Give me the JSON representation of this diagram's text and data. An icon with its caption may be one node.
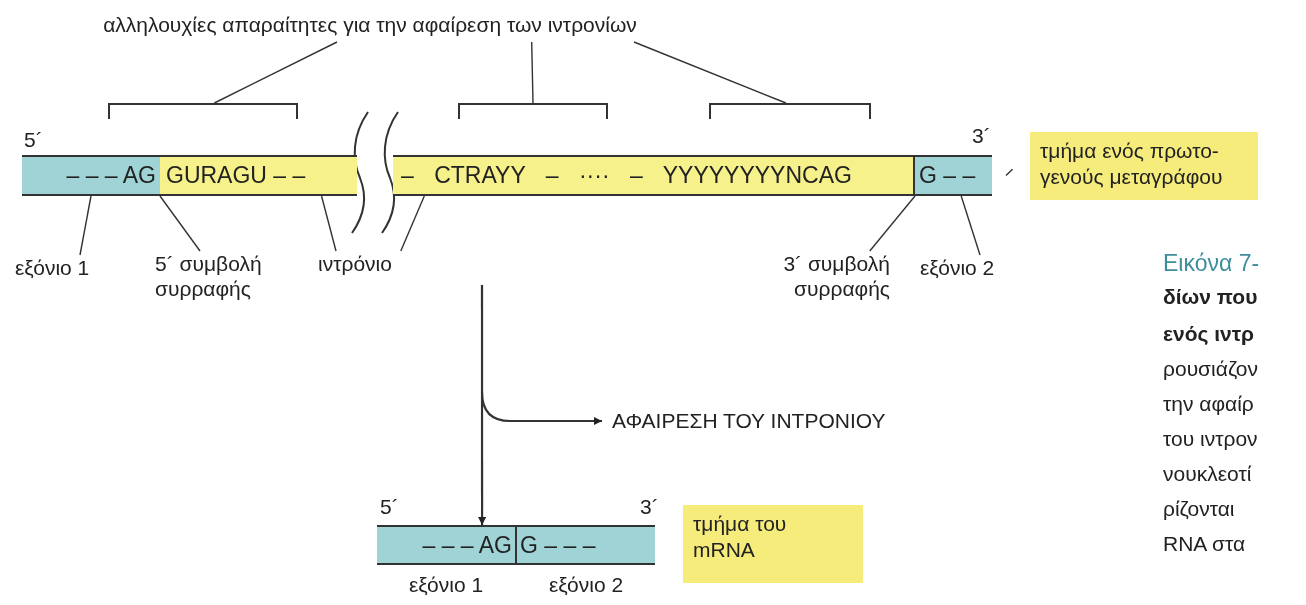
{
  "diagram": {
    "nodes": [
      {
        "text": [
          "αλληλουχίες απαραίτητες για την αφαίρεση των ιντρονίων"
        ]
      },
      {
        "text": [],
        "shape": "bracket"
      },
      {
        "text": [],
        "shape": "bracket"
      },
      {
        "text": [],
        "shape": "bracket"
      },
      {
        "text": [],
        "shape": "bar"
      },
      {
        "text": [
          "– – – AG"
        ],
        "in": 4
      },
      {
        "text": [
          "GURAGU – –"
        ],
        "in": 4
      },
      {
        "text": [
          "– CTRAYY – ···· – YYYYYYYYNCAG"
        ],
        "in": 4
      },
      {
        "text": [
          "G – –"
        ],
        "in": 4
      },
      {
        "text": [
          "τμήμα ενός πρωτο- γενούς μεταγράφου"
        ]
      },
      {
        "text": [
          "εξόνιο 1"
        ]
      },
      {
        "text": [
          "5´ συμβολή συρραφής"
        ]
      },
      {
        "text": [
          "ιντρόνιο"
        ]
      },
      {
        "text": [
          "3´ συμβολή συρραφής"
        ]
      },
      {
        "text": [
          "εξόνιο 2"
        ]
      },
      {
        "text": [
          "ΑΦΑΙΡΕΣΗ ΤΟΥ ΙΝΤΡΟΝΙΟΥ"
        ]
      },
      {
        "text": [],
        "shape": "bar"
      },
      {
        "text": [
          "– – – AG"
        ],
        "in": 16,
        "beside": [
          "εξόνιο 1"
        ]
      },
      {
        "text": [
          "G – – –"
        ],
        "in": 16,
        "beside": [
          "εξόνιο 2"
        ]
      },
      {
        "text": [
          "τμήμα του mRNA"
        ]
      }
    ],
    "edges": [
      {
        "from": 0,
        "to": 1,
        "arrow": "none"
      },
      {
        "from": 0,
        "to": 2,
        "arrow": "none"
      },
      {
        "from": 0,
        "to": 3,
        "arrow": "none"
      },
      {
        "from": 10,
        "to": 5,
        "arrow": "none"
      },
      {
        "from": 11,
        "to": 5,
        "arrow": "none"
      },
      {
        "from": 12,
        "to": 6,
        "arrow": "none"
      },
      {
        "from": 12,
        "to": 7,
        "arrow": "none"
      },
      {
        "from": 13,
        "to": 8,
        "arrow": "none"
      },
      {
        "from": 14,
        "to": 8,
        "arrow": "none"
      },
      {
        "from": 8,
        "to": 9,
        "arrow": "none",
        "style": "dashed"
      },
      {
        "from": null,
        "to": 16,
        "arrow": "to"
      },
      {
        "from": null,
        "to": 15,
        "arrow": "to"
      }
    ],
    "labels": [
      "5´",
      "3´",
      "5´",
      "3´",
      "Εικόνα 7-",
      "δίων που",
      "ενός ιντρ",
      "ρουσιάζον",
      "την αφαίρ",
      "του ιντρον",
      "νουκλεοτί",
      "ρίζονται",
      "RNA στα"
    ]
  }
}
